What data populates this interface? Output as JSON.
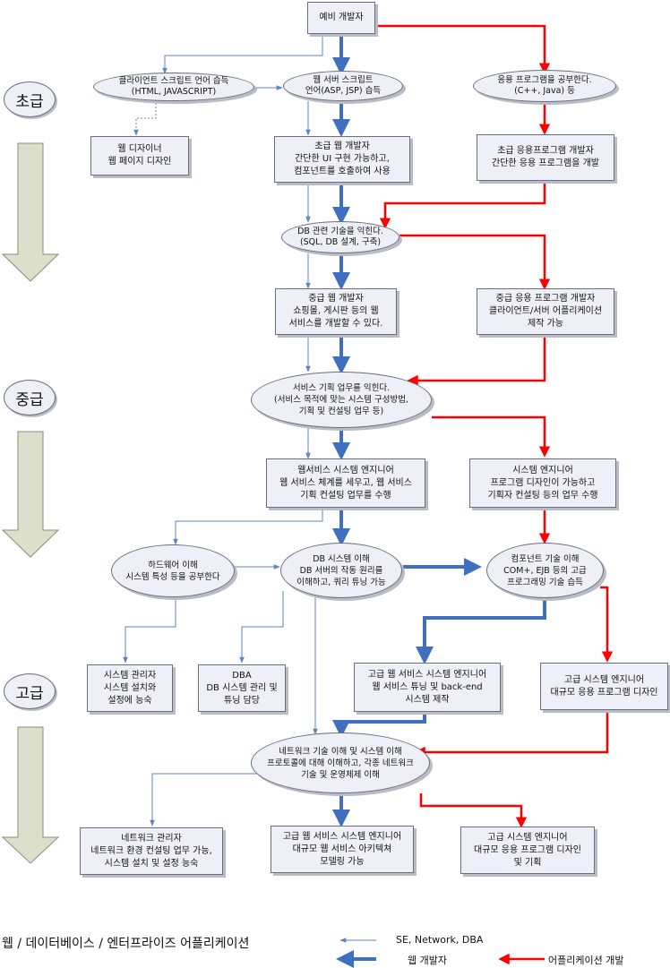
{
  "levels": {
    "beginner": "초급",
    "intermediate": "중급",
    "advanced": "고급"
  },
  "nodes": {
    "prospective_developer": "예비 개발자",
    "client_script": "클라이언트 스크립트 언어 습득\n(HTML, JAVASCRIPT)",
    "web_server_script": "웹 서버 스크립트\n언어(ASP, JSP) 습득",
    "study_application": "응용 프로그램을 공부한다.\n(C++, Java) 등",
    "web_designer": "웹 디자이너\n웹 페이지 디자인",
    "junior_web_dev": "초급 웹 개발자\n간단한 UI 구현 가능하고,\n컴포넌트를 호출하여 사용",
    "junior_app_dev": "초급 응용프로그램 개발자\n간단한 응용 프로그램을 개발",
    "db_skills": "DB 관련 기술을 익힌다.\n(SQL, DB 설계, 구축)",
    "mid_web_dev": "중급 웹 개발자\n쇼핑몰, 게시판 등의 웹\n서비스를 개발할 수 있다.",
    "mid_app_dev": "중급 응용 프로그램 개발자\n클라이언트/서버 어플리케이션\n제작 가능",
    "service_planning": "서비스 기획 업무를 익힌다.\n(서비스 목적에 맞는 시스템 구성방법,\n기획 및 컨설팅 업무 등)",
    "web_system_engineer": "웹서비스 시스템 엔지니어\n웹 서비스 체계를 세우고, 웹 서비스\n기획 컨설팅 업무를 수행",
    "system_engineer": "시스템 엔지니어\n프로그램 디자인이 가능하고\n기획자 컨설팅 등의 업무 수행",
    "hardware": "하드웨어 이해\n시스템 특성 등을 공부한다",
    "db_system": "DB 시스템 이해\nDB 서버의 작동 원리를\n이해하고, 쿼리 튜닝 가능",
    "component_tech": "컴포넌트 기술 이해\nCOM+, EJB 등의 고급\n프로그래밍 기술 습득",
    "system_admin": "시스템 관리자\n시스템 설치와\n설정에 능숙",
    "dba": "DBA\nDB 시스템 관리 및\n튜닝 담당",
    "senior_web_system_engineer": "고급 웹 서비스 시스템 엔지니어\n웹 서비스 튜닝 및 back-end\n시스템 제작",
    "senior_system_engineer": "고급 시스템 엔지니어\n대규모 응용 프로그램 디자인",
    "network_tech": "네트워크 기술 이해 및 시스템 이해\n프로토콜에 대해 이해하고, 각종 네트워크\n기술 및 운영체제 이해",
    "network_admin": "네트워크 관리자\n네트워크 환경 컨설팅 업무 가능,\n시스템 설치 및 설정 능숙",
    "senior_web_system_engineer_2": "고급 웹 서비스 시스템 엔지니어\n대규모 웹 서비스 아키텍쳐\n모델링 가능",
    "senior_system_engineer_2": "고급 시스템 엔지니어\n대규모 응용 프로그램 디자인\n및 기획"
  },
  "legend": {
    "title": "웹 / 데이터베이스 / 엔터프라이즈 어플리케이션",
    "se_network_dba": "SE, Network, DBA",
    "web_developer": "웹 개발자",
    "app_developer": "어플리케이션 개발"
  },
  "colors": {
    "thin_path": "#5b86c6",
    "web_path": "#3f6fc0",
    "app_path": "#ff0000",
    "box_fill": "#eef0f8",
    "level_arrow": "#dcdfca"
  }
}
